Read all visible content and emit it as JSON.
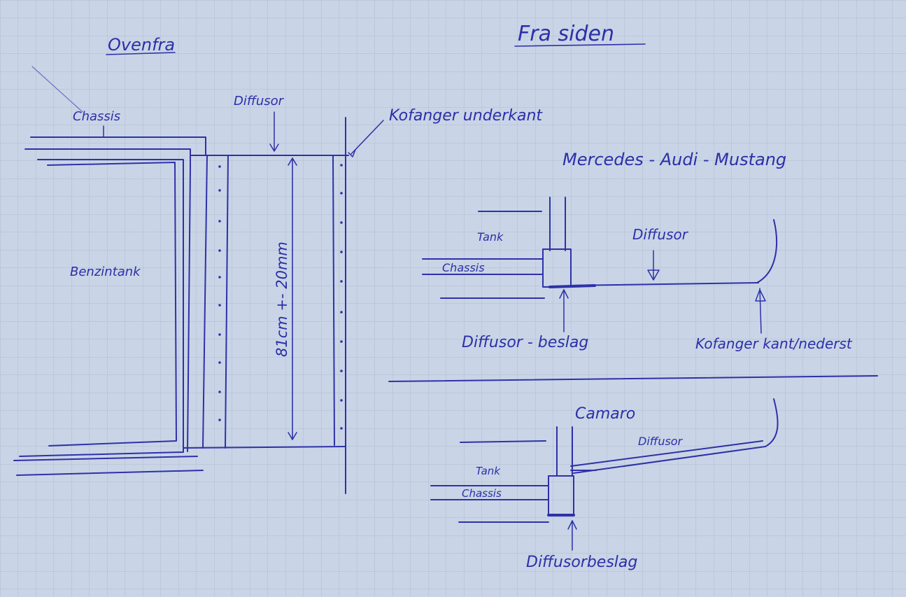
{
  "titles": {
    "top_view": "Ovenfra",
    "side_view": "Fra siden"
  },
  "top_view_labels": {
    "chassis": "Chassis",
    "diffusor": "Diffusor",
    "bumper_lower_edge": "Kofanger underkant",
    "fuel_tank": "Benzintank",
    "dimension": "81cm +- 20mm"
  },
  "side_view_1": {
    "heading": "Mercedes - Audi - Mustang",
    "tank": "Tank",
    "chassis": "Chassis",
    "diffusor": "Diffusor",
    "mount": "Diffusor - beslag",
    "bumper_edge": "Kofanger kant/nederst"
  },
  "side_view_2": {
    "heading": "Camaro",
    "tank": "Tank",
    "chassis": "Chassis",
    "diffusor": "Diffusor",
    "mount": "Diffusorbeslag"
  },
  "colors": {
    "paper": "#c9d5e6",
    "grid": "#aebdd3",
    "ink": "#2e31a8"
  }
}
